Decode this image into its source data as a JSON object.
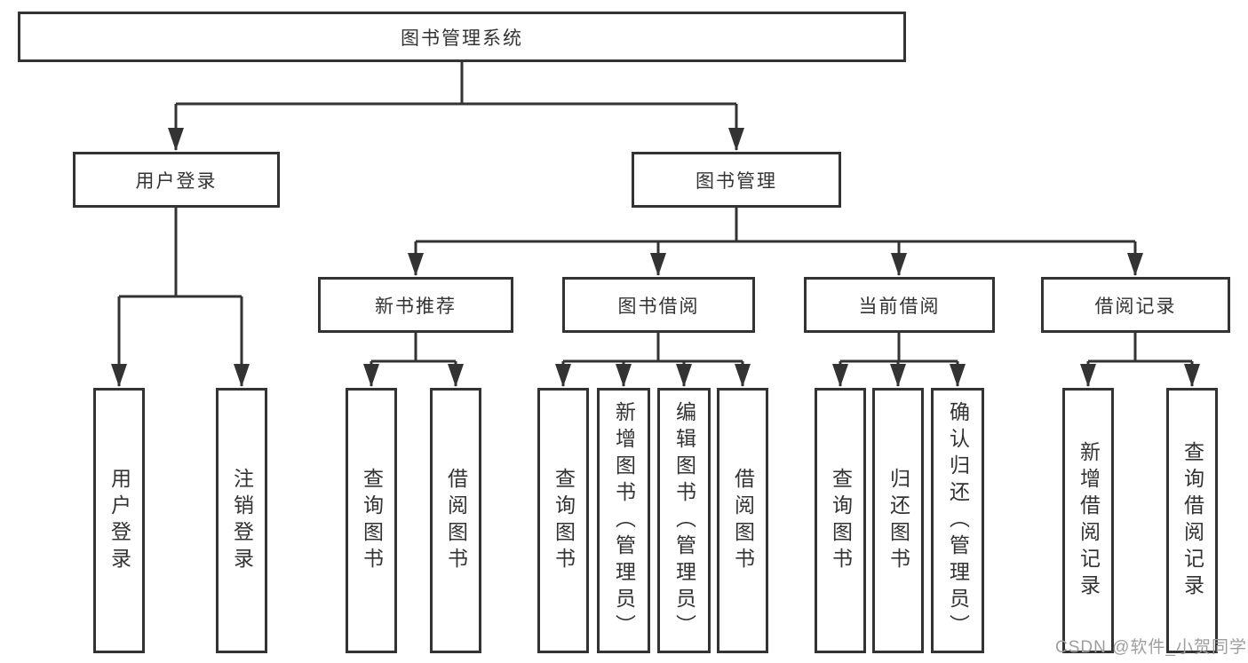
{
  "diagram": {
    "root": "图书管理系统",
    "level2": [
      "用户登录",
      "图书管理"
    ],
    "level3": [
      "新书推荐",
      "图书借阅",
      "当前借阅",
      "借阅记录"
    ],
    "leaves": {
      "user": [
        "用户登录",
        "注销登录"
      ],
      "recommend": [
        "查询图书",
        "借阅图书"
      ],
      "borrow": [
        "查询图书",
        "新增图书（管理员）",
        "编辑图书（管理员）",
        "借阅图书"
      ],
      "current": [
        "查询图书",
        "归还图书",
        "确认归还（管理员）"
      ],
      "records": [
        "新增借阅记录",
        "查询借阅记录"
      ]
    }
  },
  "watermark": "CSDN @软件_小贺同学",
  "colors": {
    "line": "#333333",
    "text": "#333333",
    "watermark": "#9e9e9e"
  }
}
